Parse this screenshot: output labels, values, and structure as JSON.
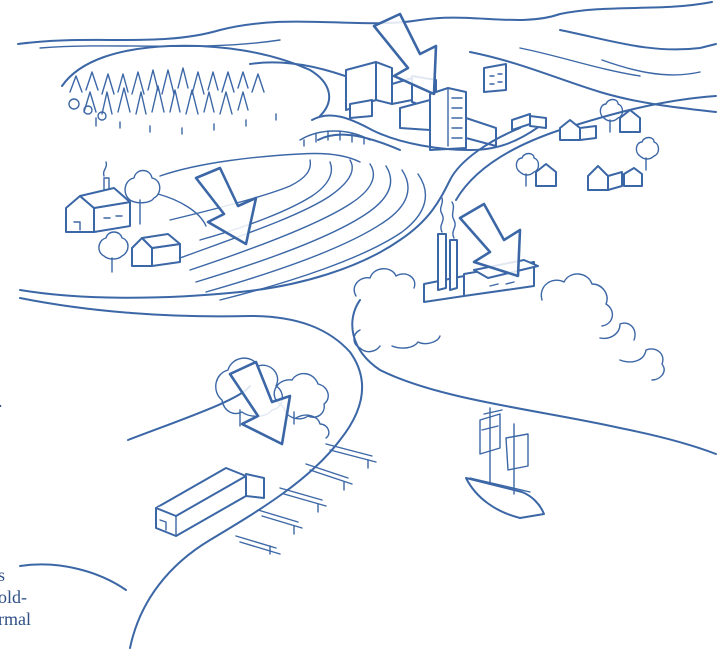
{
  "colors": {
    "ink": "#3c67a6",
    "text": "#2f4f86",
    "background": "#ffffff"
  },
  "margin_fragments": [
    ".",
    "s",
    "old-",
    "rmal"
  ],
  "arrows": [
    {
      "name": "arrow-city",
      "target": "city"
    },
    {
      "name": "arrow-farmland",
      "target": "farmland"
    },
    {
      "name": "arrow-factory",
      "target": "factory"
    },
    {
      "name": "arrow-harbor",
      "target": "harbor-warehouse"
    }
  ],
  "icons": [
    "forest",
    "city-buildings",
    "farmhouse",
    "barn",
    "plowed-fields",
    "factory",
    "village-houses",
    "harbor-warehouse",
    "piers",
    "sailboat",
    "river",
    "tree"
  ]
}
